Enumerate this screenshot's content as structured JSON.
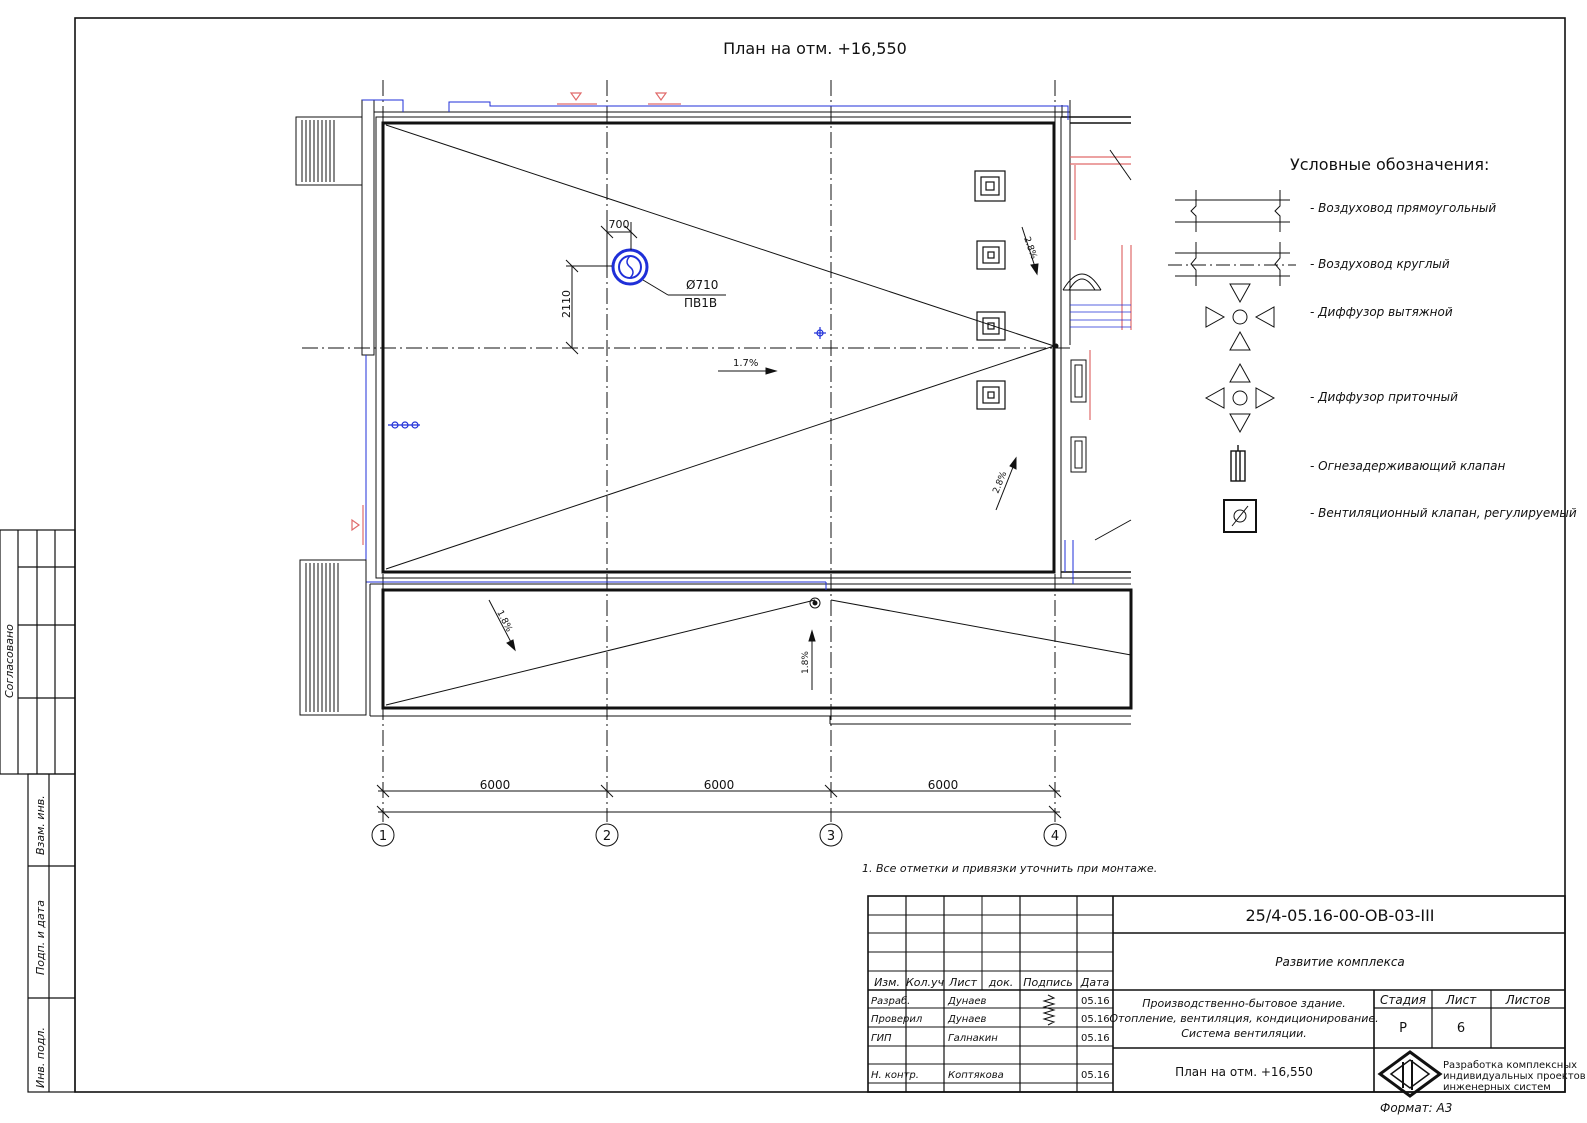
{
  "drawing": {
    "plan_title": "План на отм. +16,550",
    "axes": [
      {
        "label": "1"
      },
      {
        "label": "2"
      },
      {
        "label": "3"
      },
      {
        "label": "4"
      }
    ],
    "spans": [
      "6000",
      "6000",
      "6000"
    ],
    "dims": {
      "offset_x": "700",
      "offset_y": "2110"
    },
    "shaft": {
      "diameter": "Ø710",
      "system": "ПВ1В"
    },
    "slopes": [
      "1.7%",
      "2.8%",
      "2.8%",
      "1.8%",
      "1.8%"
    ],
    "note": "1. Все отметки и привязки уточнить при монтаже."
  },
  "legend": {
    "title": "Условные обозначения:",
    "items": [
      {
        "icon": "rect-duct-icon",
        "label": "- Воздуховод прямоугольный"
      },
      {
        "icon": "round-duct-icon",
        "label": "- Воздуховод круглый"
      },
      {
        "icon": "exhaust-diffuser-icon",
        "label": "- Диффузор вытяжной"
      },
      {
        "icon": "supply-diffuser-icon",
        "label": "- Диффузор приточный"
      },
      {
        "icon": "fire-damper-icon",
        "label": "- Огнезадерживающий клапан"
      },
      {
        "icon": "damper-icon",
        "label": "- Вентиляционный клапан, регулируемый"
      }
    ]
  },
  "side_stamp": {
    "agreed": "Согласовано",
    "inv_vzam": "Взам. инв.",
    "sign_date": "Подп. и дата",
    "inv_podl": "Инв. подл."
  },
  "title_block": {
    "code": "25/4-05.16-00-ОВ-03-III",
    "project": "Развитие комплекса",
    "object_lines": [
      "Производственно-бытовое здание.",
      "Отопление, вентиляция, кондиционирование.",
      "Система вентиляции."
    ],
    "sheet_title": "План на отм. +16,550",
    "headers": {
      "izm": "Изм.",
      "kol": "Кол.уч",
      "list": "Лист",
      "doc": "док.",
      "sign": "Подпись",
      "date": "Дата"
    },
    "people": [
      {
        "role": "Разраб.",
        "name": "Дунаев",
        "date": "05.16"
      },
      {
        "role": "Проверил",
        "name": "Дунаев",
        "date": "05.16"
      },
      {
        "role": "ГИП",
        "name": "Галнакин",
        "date": "05.16"
      },
      {
        "role": "Н. контр.",
        "name": "Коптякова",
        "date": "05.16"
      }
    ],
    "stage_label": "Стадия",
    "sheet_label": "Лист",
    "sheets_label": "Листов",
    "stage": "Р",
    "sheet": "6",
    "sheets": "",
    "company_lines": [
      "Разработка комплексных",
      "индивидуальных проектов",
      "инженерных систем"
    ],
    "format": "Формат: А3"
  },
  "colors": {
    "blue": "#1f2fd8",
    "red": "#e06a6a",
    "line": "#111111"
  }
}
